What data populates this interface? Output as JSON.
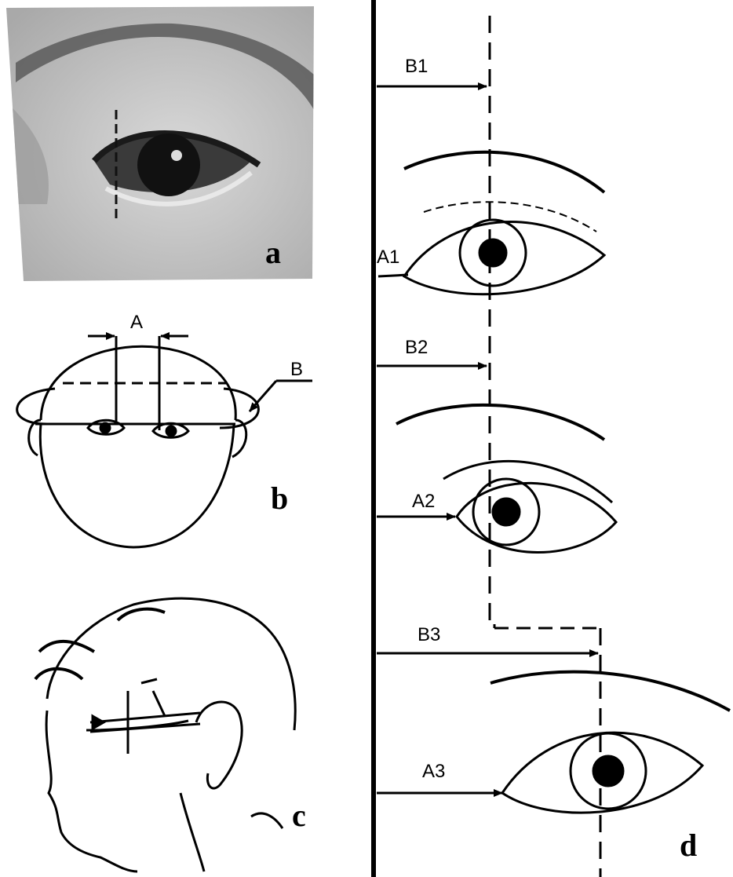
{
  "panels": {
    "a": {
      "letter": "a"
    },
    "b": {
      "letter": "b",
      "label_A": "A",
      "label_B": "B"
    },
    "c": {
      "letter": "c"
    },
    "d": {
      "letter": "d",
      "labels": {
        "B1": "B1",
        "A1": "A1",
        "B2": "B2",
        "A2": "A2",
        "B3": "B3",
        "A3": "A3"
      }
    }
  },
  "colors": {
    "ink": "#000000",
    "photo_skin": "#c9c9c9",
    "background": "#ffffff"
  }
}
